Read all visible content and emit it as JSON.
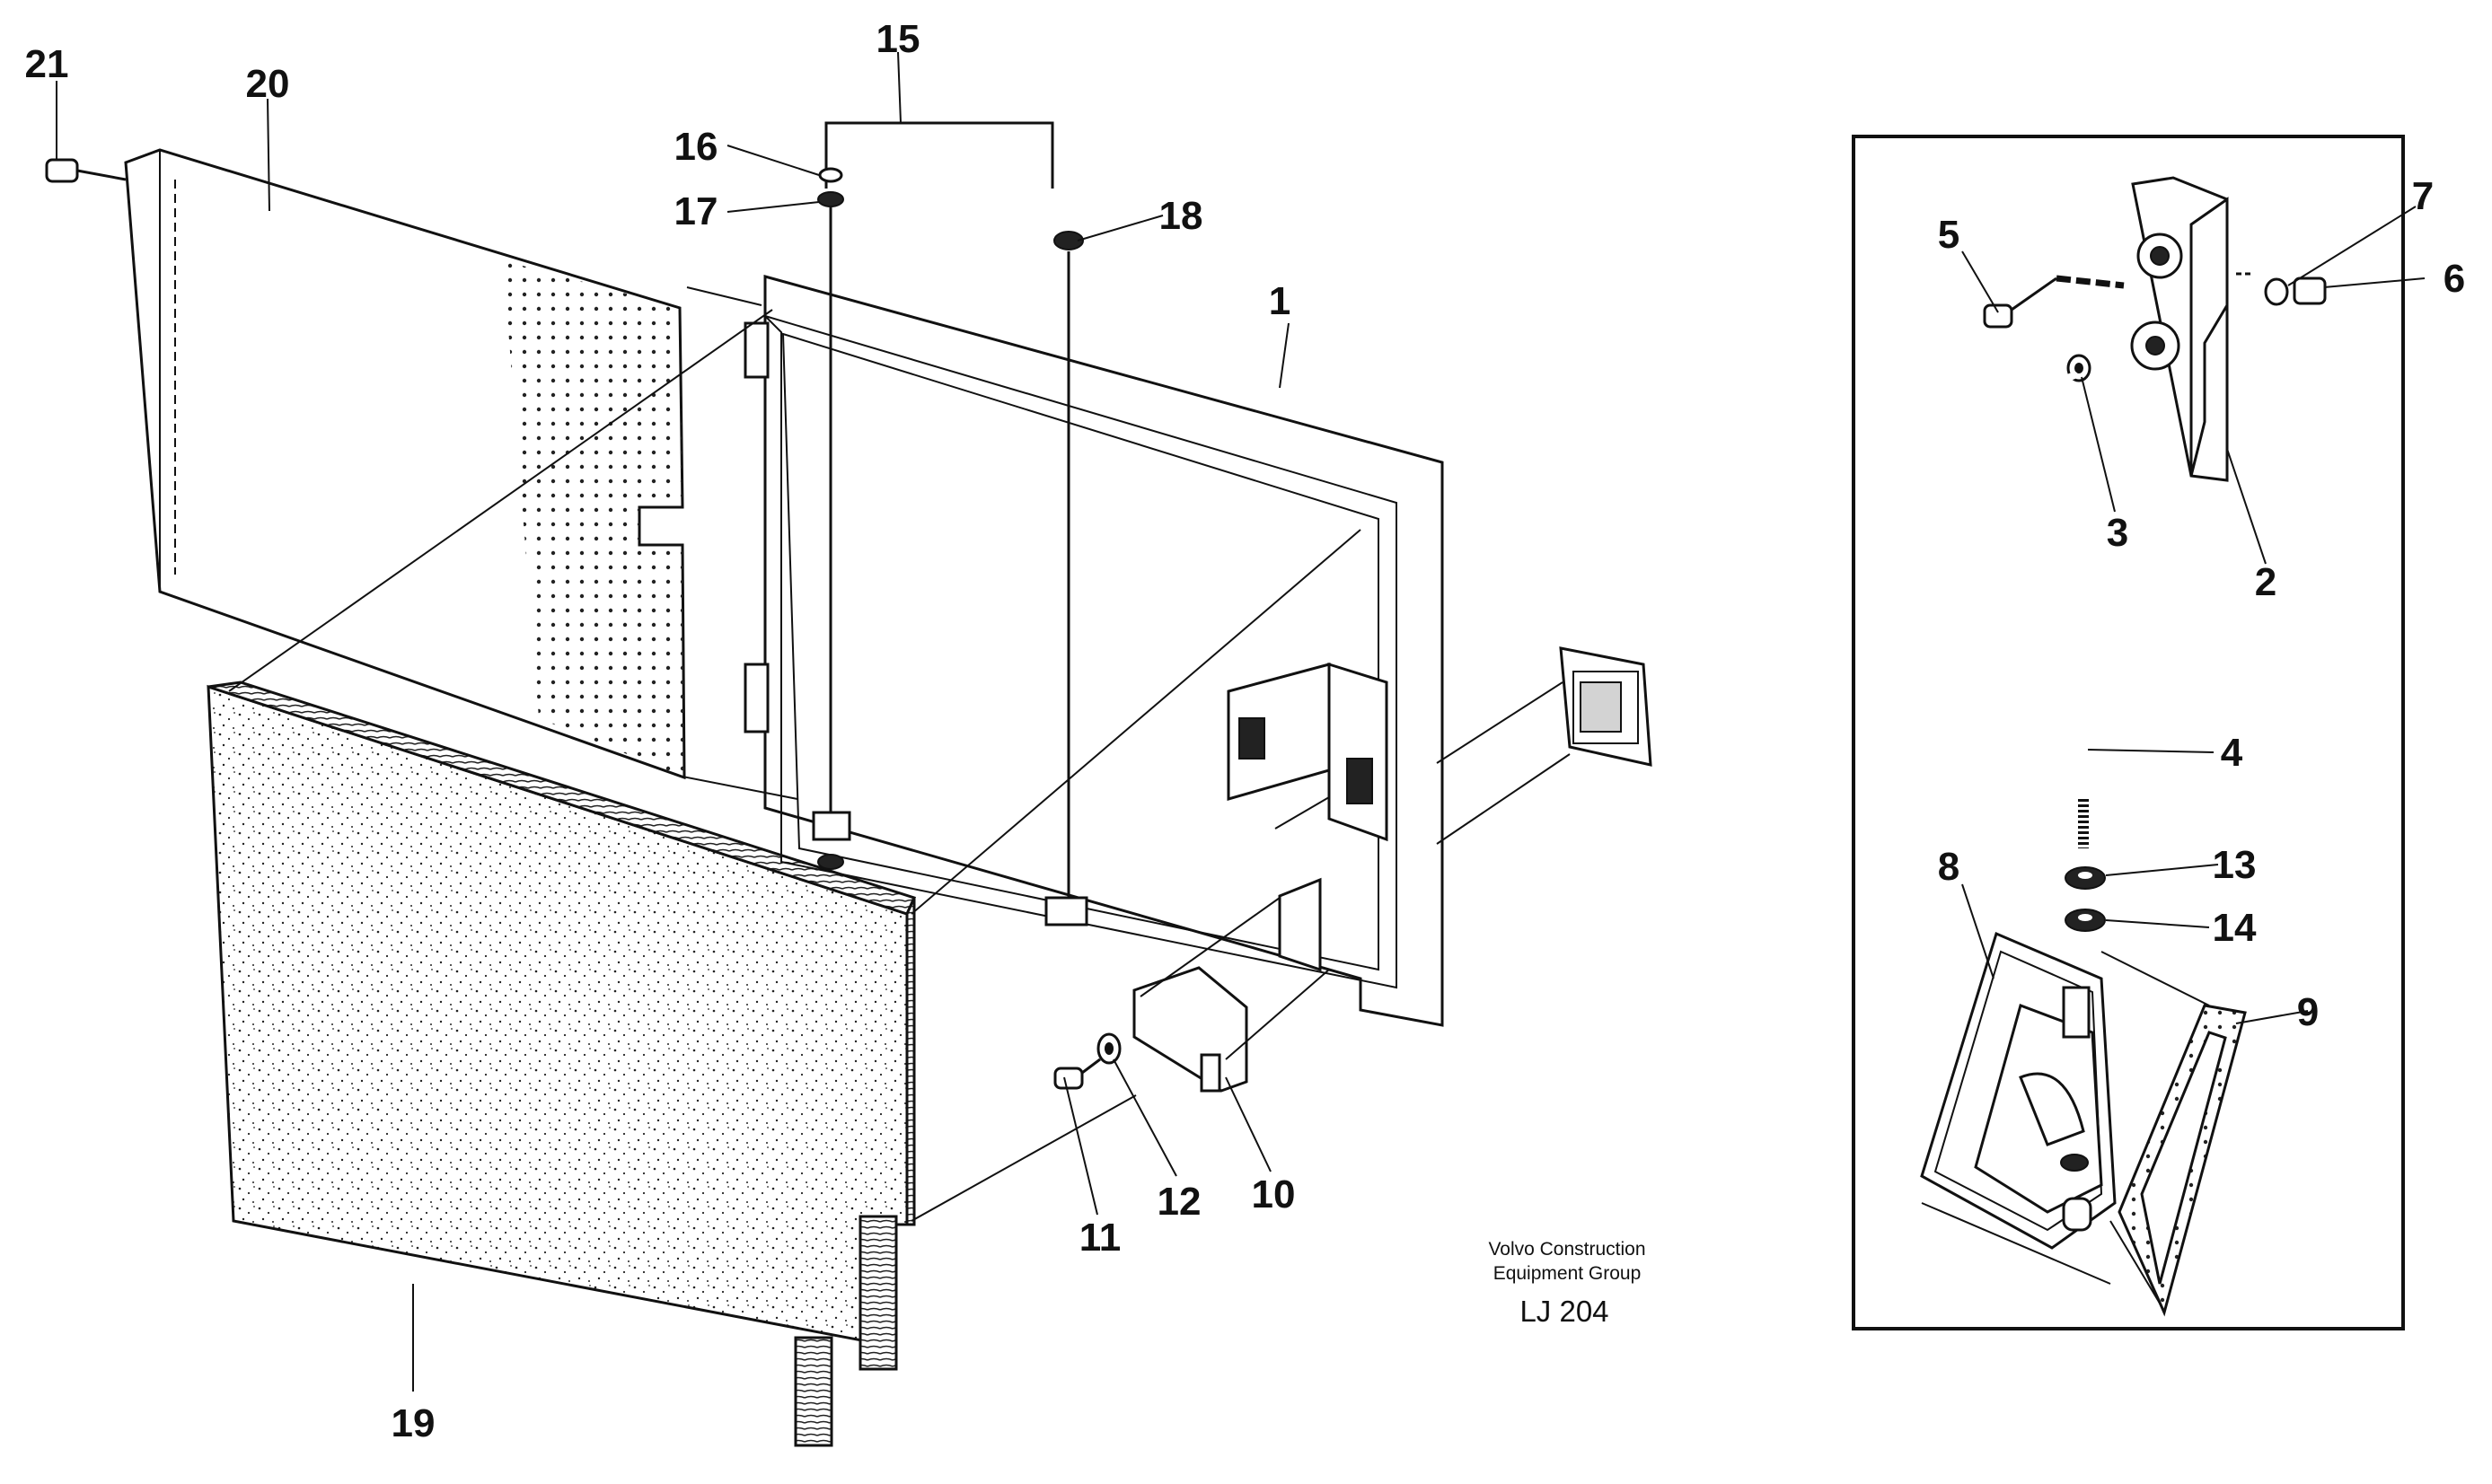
{
  "callouts": {
    "c1": "1",
    "c2": "2",
    "c3": "3",
    "c4": "4",
    "c5": "5",
    "c6": "6",
    "c7": "7",
    "c8": "8",
    "c9": "9",
    "c10": "10",
    "c11": "11",
    "c12": "12",
    "c13": "13",
    "c14": "14",
    "c15": "15",
    "c16": "16",
    "c17": "17",
    "c18": "18",
    "c19": "19",
    "c20": "20",
    "c21": "21"
  },
  "caption": {
    "line1": "Volvo Construction",
    "line2": "Equipment Group",
    "code": "LJ 204"
  }
}
